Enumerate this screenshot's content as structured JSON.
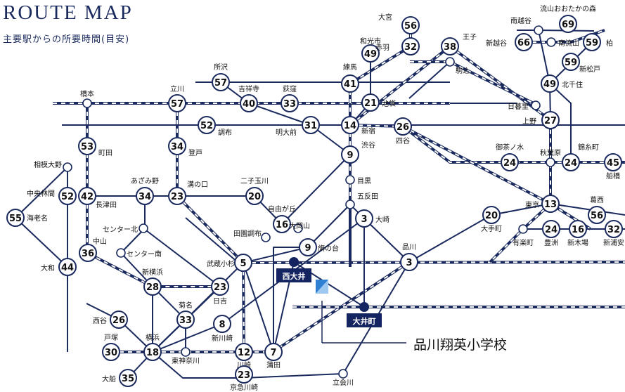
{
  "header": {
    "title": "ROUTE MAP",
    "subtitle": "主要駅からの所要時間(目安)"
  },
  "colors": {
    "line": "#1a2a5e",
    "jr_dash": "#ffffff",
    "node_fill": "#ffffff",
    "dot": "#142460",
    "accent_blue": "#2f7fd3"
  },
  "highlight_stations": [
    {
      "id": "nishioi",
      "label": "西大井"
    },
    {
      "id": "oimachi",
      "label": "大井町"
    }
  ],
  "school": {
    "label": "品川翔英小学校",
    "icon": "school-logo-icon"
  },
  "stations": [
    {
      "id": "omiya",
      "label": "大宮",
      "time": "56"
    },
    {
      "id": "wakoshi",
      "label": "和光市",
      "time": "49"
    },
    {
      "id": "akabane",
      "label": "赤羽",
      "time": "32"
    },
    {
      "id": "oji",
      "label": "王子",
      "time": "38"
    },
    {
      "id": "komagome",
      "label": "駒込",
      "time": ""
    },
    {
      "id": "minamikoshigaya",
      "label": "南越谷",
      "time": ""
    },
    {
      "id": "nagareyama_otaka",
      "label": "流山おおたかの森",
      "time": "69"
    },
    {
      "id": "shinkoshigaya",
      "label": "新越谷",
      "time": "66"
    },
    {
      "id": "minaminagareyama",
      "label": "南流山",
      "time": ""
    },
    {
      "id": "kashiwa",
      "label": "柏",
      "time": "59"
    },
    {
      "id": "shinmatsudo",
      "label": "新松戸",
      "time": "59"
    },
    {
      "id": "kitasenju",
      "label": "北千住",
      "time": "49"
    },
    {
      "id": "nippori",
      "label": "日暮里",
      "time": ""
    },
    {
      "id": "ueno",
      "label": "上野",
      "time": "27"
    },
    {
      "id": "nerima",
      "label": "練馬",
      "time": "41"
    },
    {
      "id": "ikebukuro",
      "label": "池袋",
      "time": "21"
    },
    {
      "id": "shinjuku",
      "label": "新宿",
      "time": "14"
    },
    {
      "id": "yotsuya",
      "label": "四谷",
      "time": "26"
    },
    {
      "id": "shibuya",
      "label": "渋谷",
      "time": "9"
    },
    {
      "id": "meguro",
      "label": "目黒",
      "time": ""
    },
    {
      "id": "gotanda",
      "label": "五反田",
      "time": ""
    },
    {
      "id": "osaki",
      "label": "大崎",
      "time": "3"
    },
    {
      "id": "shinagawa",
      "label": "品川",
      "time": "3"
    },
    {
      "id": "tokorozawa",
      "label": "所沢",
      "time": "57"
    },
    {
      "id": "kichijoji",
      "label": "吉祥寺",
      "time": "40"
    },
    {
      "id": "ogikubo",
      "label": "荻窪",
      "time": "33"
    },
    {
      "id": "meidaimae",
      "label": "明大前",
      "time": "31"
    },
    {
      "id": "chofu",
      "label": "調布",
      "time": "52"
    },
    {
      "id": "hashimoto",
      "label": "橋本",
      "time": ""
    },
    {
      "id": "tachikawa",
      "label": "立川",
      "time": "57"
    },
    {
      "id": "machida",
      "label": "町田",
      "time": "53"
    },
    {
      "id": "noborito",
      "label": "登戸",
      "time": "34"
    },
    {
      "id": "mizonokuchi",
      "label": "溝の口",
      "time": "23"
    },
    {
      "id": "azamino",
      "label": "あざみ野",
      "time": "34"
    },
    {
      "id": "sagamiono",
      "label": "相模大野",
      "time": ""
    },
    {
      "id": "chuorinkan",
      "label": "中央林間",
      "time": "52"
    },
    {
      "id": "nagatsuta",
      "label": "長津田",
      "time": "42"
    },
    {
      "id": "ebina",
      "label": "海老名",
      "time": "55"
    },
    {
      "id": "futakotamagawa",
      "label": "二子玉川",
      "time": "20"
    },
    {
      "id": "jiyugaoka",
      "label": "自由が丘",
      "time": "16"
    },
    {
      "id": "denenchofu",
      "label": "田園調布",
      "time": ""
    },
    {
      "id": "ookayama",
      "label": "大岡山",
      "time": ""
    },
    {
      "id": "hatanodai",
      "label": "旗の台",
      "time": "9"
    },
    {
      "id": "musashikosugi",
      "label": "武蔵小杉",
      "time": "5"
    },
    {
      "id": "centerkita",
      "label": "センター北",
      "time": ""
    },
    {
      "id": "centerminami",
      "label": "センター南",
      "time": ""
    },
    {
      "id": "nakayama",
      "label": "中山",
      "time": "36"
    },
    {
      "id": "shinyokohama",
      "label": "新横浜",
      "time": "28"
    },
    {
      "id": "yamato",
      "label": "大和",
      "time": "44"
    },
    {
      "id": "hiyoshi",
      "label": "日吉",
      "time": "23"
    },
    {
      "id": "kikuna",
      "label": "菊名",
      "time": "33"
    },
    {
      "id": "shinkawasaki",
      "label": "新川崎",
      "time": "8"
    },
    {
      "id": "nishiya",
      "label": "西谷",
      "time": "26"
    },
    {
      "id": "totsuka",
      "label": "戸塚",
      "time": "30"
    },
    {
      "id": "yokohama",
      "label": "横浜",
      "time": "18"
    },
    {
      "id": "higashikanagawa",
      "label": "東神奈川",
      "time": ""
    },
    {
      "id": "kawasaki",
      "label": "川崎",
      "time": "12"
    },
    {
      "id": "kamata",
      "label": "蒲田",
      "time": "7"
    },
    {
      "id": "keikyukawasaki",
      "label": "京急川崎",
      "time": "23"
    },
    {
      "id": "tachiaigawa",
      "label": "立会川",
      "time": ""
    },
    {
      "id": "ofuna",
      "label": "大船",
      "time": "35"
    },
    {
      "id": "ochanomizu",
      "label": "御茶ノ水",
      "time": "24"
    },
    {
      "id": "akihabara",
      "label": "秋葉原",
      "time": ""
    },
    {
      "id": "kinshicho",
      "label": "錦糸町",
      "time": "24"
    },
    {
      "id": "funabashi",
      "label": "船橋",
      "time": "45"
    },
    {
      "id": "tokyo",
      "label": "東京",
      "time": "13"
    },
    {
      "id": "otemachi",
      "label": "大手町",
      "time": "20"
    },
    {
      "id": "yurakucho",
      "label": "有楽町",
      "time": ""
    },
    {
      "id": "toyosu",
      "label": "豊洲",
      "time": "24"
    },
    {
      "id": "shinkiba",
      "label": "新木場",
      "time": "16"
    },
    {
      "id": "kasai",
      "label": "葛西",
      "time": "56"
    },
    {
      "id": "shinurayasu",
      "label": "新浦安",
      "time": "32"
    }
  ]
}
